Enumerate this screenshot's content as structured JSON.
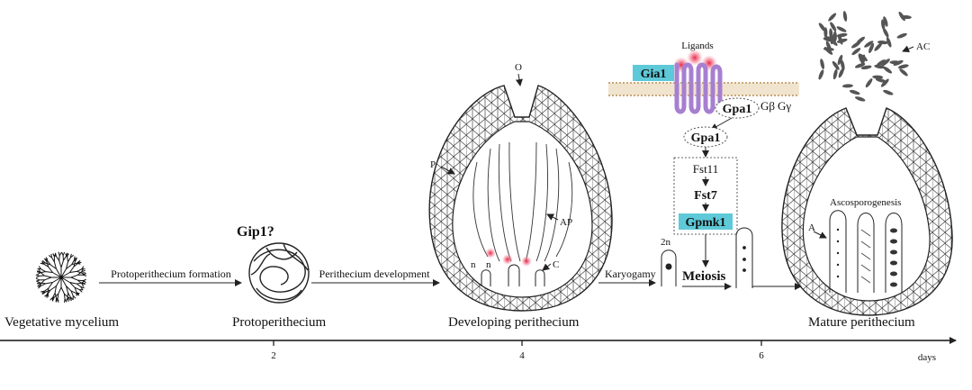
{
  "stages": {
    "vegetative": "Vegetative mycelium",
    "protoperithecium": "Protoperithecium",
    "developing": "Developing perithecium",
    "mature": "Mature perithecium"
  },
  "transitions": {
    "t1": "Protoperithecium formation",
    "t2": "Perithecium development",
    "t3": "Karyogamy",
    "t4": "Meiosis"
  },
  "proteins": {
    "gip1": "Gip1?",
    "gia1": "Gia1",
    "gpa1_membrane": "Gpa1",
    "gpa1_free": "Gpa1",
    "gbeta": "Gβ",
    "ggamma": "Gγ",
    "ligands": "Ligands"
  },
  "cascade": {
    "fst11": "Fst11",
    "fst7": "Fst7",
    "gpmk1": "Gpmk1"
  },
  "structure_labels": {
    "o": "O",
    "p": "P",
    "ap": "AP",
    "n1": "n",
    "n2": "n",
    "c": "C",
    "twon": "2n",
    "a": "A",
    "ac": "AC",
    "ascosporogenesis": "Ascosporogenesis"
  },
  "timeline": {
    "unit": "days",
    "ticks": [
      "2",
      "4",
      "6"
    ]
  },
  "colors": {
    "highlight": "#5ec9d8",
    "receptor": "#a77fd0",
    "ligand": "#e8425a",
    "membrane": "#c8a878",
    "outline": "#222222"
  },
  "icons": {
    "mycelium": "branching-hyphae-icon",
    "protoperithecium": "coiled-hyphae-icon",
    "perithecium": "cellular-flask-icon",
    "receptor": "seven-transmembrane-receptor-icon"
  }
}
